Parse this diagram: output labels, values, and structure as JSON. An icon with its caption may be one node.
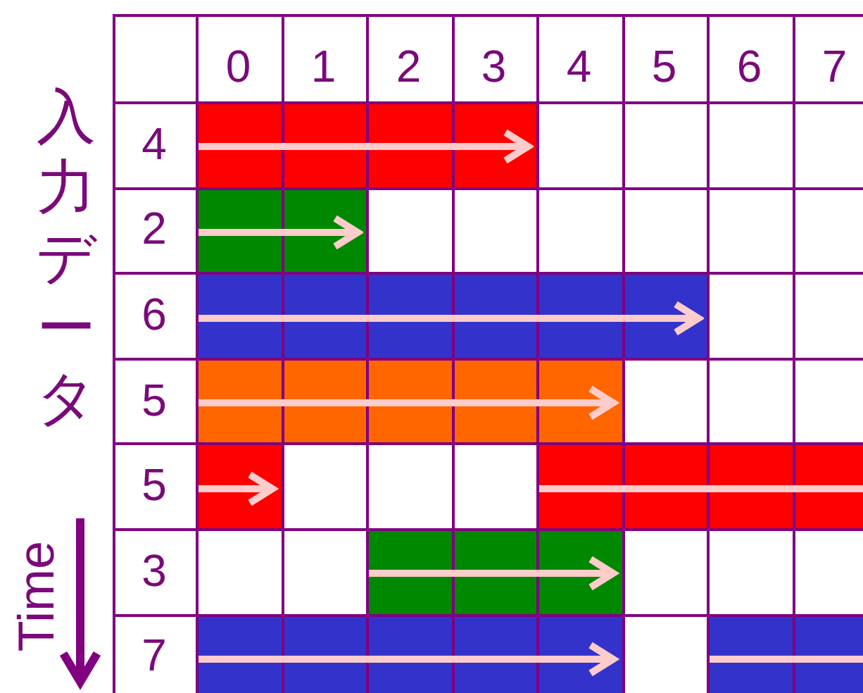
{
  "diagram": {
    "labels": [
      "0",
      "1",
      "2",
      "3",
      "4",
      "5",
      "6",
      "7",
      "入力データ",
      "4",
      "2",
      "6",
      "5",
      "5",
      "3",
      "7",
      "Time"
    ]
  }
}
